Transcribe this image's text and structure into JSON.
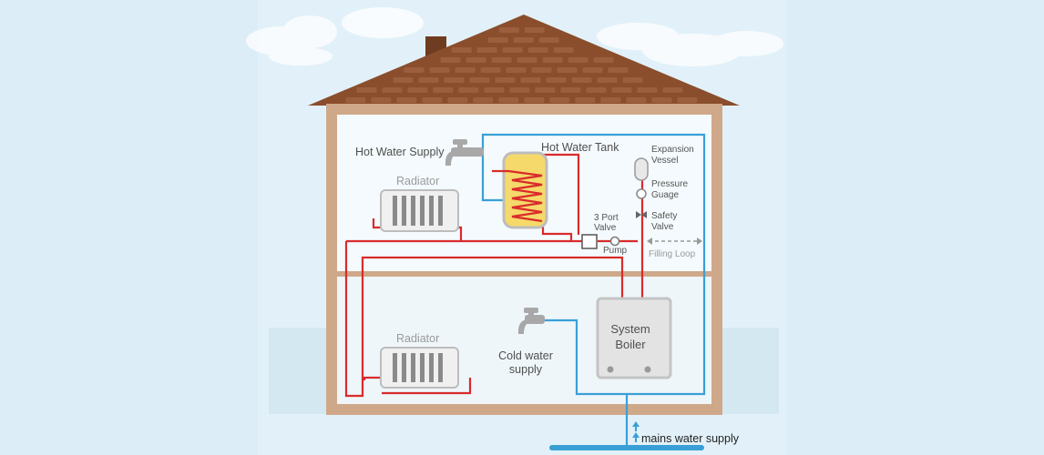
{
  "labels": {
    "hot_water_supply": "Hot Water Supply",
    "hot_water_tank": "Hot Water Tank",
    "expansion_vessel_1": "Expansion",
    "expansion_vessel_2": "Vessel",
    "pressure_gauge_1": "Pressure",
    "pressure_gauge_2": "Guage",
    "safety_valve_1": "Safety",
    "safety_valve_2": "Valve",
    "radiator_upper": "Radiator",
    "radiator_lower": "Radiator",
    "three_port_valve_1": "3 Port",
    "three_port_valve_2": "Valve",
    "pump": "Pump",
    "filling_loop": "Filling Loop",
    "system_boiler_1": "System",
    "system_boiler_2": "Boiler",
    "cold_water_supply_1": "Cold water",
    "cold_water_supply_2": "supply",
    "mains_water_supply": "mains water supply"
  },
  "colors": {
    "background": "#dcedf7",
    "roof": "#8a4e2c",
    "roof_tile": "#a86a42",
    "wall": "#cfa88a",
    "interior": "#f4fafd",
    "hot_pipe": "#d92b2b",
    "cold_pipe": "#3a9fd6",
    "tank": "#f5d96a",
    "appliance": "#e3e3e3"
  },
  "icons": [
    "tap-icon",
    "radiator-icon",
    "tank-coil-icon",
    "boiler-icon",
    "pump-icon",
    "valve-icon",
    "gauge-icon",
    "cloud-icon"
  ]
}
